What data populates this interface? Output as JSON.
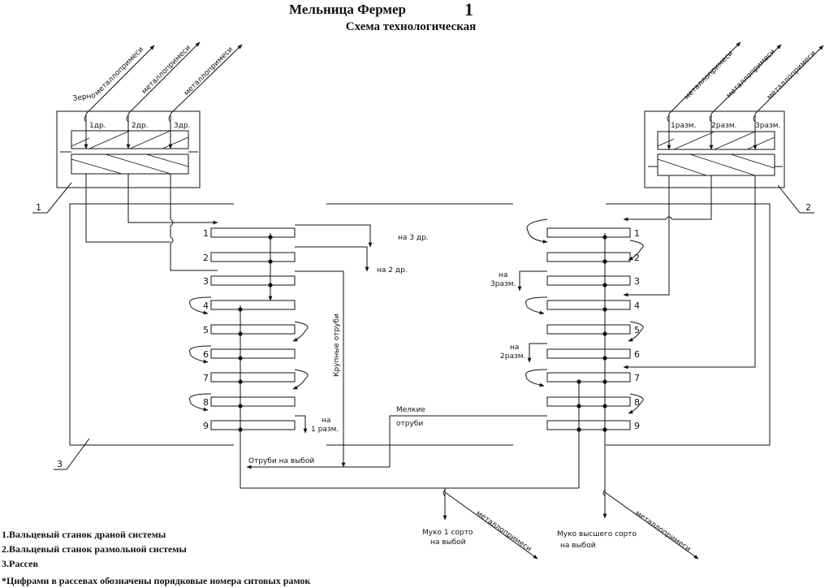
{
  "title": {
    "main": "Мельница Фермер",
    "number": "1",
    "subtitle": "Схема технологическая"
  },
  "machines": {
    "left": {
      "callout": "1",
      "inlet_label": "Зерно",
      "impurity_label": "металлопримеси",
      "ports": [
        "1др.",
        "2др.",
        "3др."
      ]
    },
    "right": {
      "callout": "2",
      "impurity_label": "металлопримеси",
      "ports": [
        "1разм.",
        "2разм.",
        "3разм."
      ]
    }
  },
  "sifter": {
    "callout": "3",
    "frames": [
      "1",
      "2",
      "3",
      "4",
      "5",
      "6",
      "7",
      "8",
      "9"
    ]
  },
  "flows": {
    "to_3dr": "на 3 др.",
    "to_2dr": "на 2 др.",
    "to_1razm_top": "на",
    "to_1razm_bottom": "1 разм.",
    "to_3razm_top": "на",
    "to_3razm_bottom": "3разм.",
    "to_2razm_top": "на",
    "to_2razm_bottom": "2разм.",
    "coarse_bran": "Крупные отруби",
    "fine_bran_top": "Мелкие",
    "fine_bran_bottom": "отруби",
    "bran_out": "Отруби на выбой",
    "flour1_top": "Муко 1 сорто",
    "flour1_bottom": "на выбой",
    "flour_premium_top": "Муко высшего сорто",
    "flour_premium_bottom": "на выбой",
    "impurities_out": "металлопримеси"
  },
  "legend": [
    "1.Вальцевый станок драной системы",
    "2.Вальцевый станок размольной системы",
    "3.Рассев",
    "*Цифрами в рассевах обозначены порядковые номера ситовых рамок"
  ]
}
